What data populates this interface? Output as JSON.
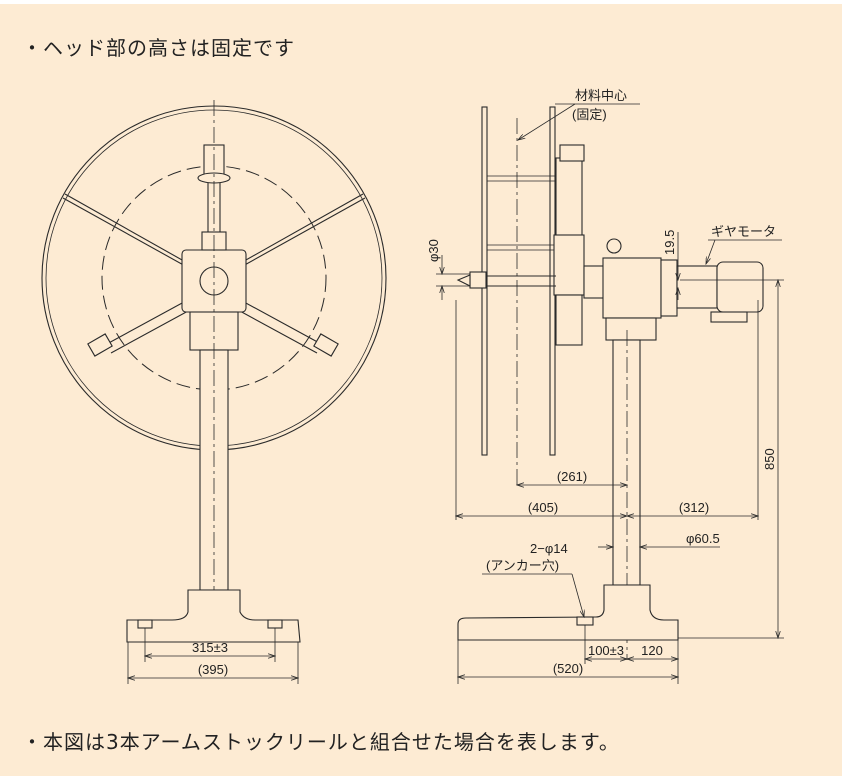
{
  "notes": {
    "top": "・ヘッド部の高さは固定です",
    "bottom": "・本図は3本アームストックリールと組合せた場合を表します。"
  },
  "front_view": {
    "dim_anchor_pitch": "315±3",
    "dim_base_width": "(395)"
  },
  "side_view": {
    "material_center": "材料中心",
    "material_center_note": "(固定)",
    "gear_motor": "ギヤモータ",
    "dim_shaft_dia": "φ30",
    "dim_offset": "19.5",
    "dim_height": "850",
    "dim_reel_center": "(261)",
    "dim_left": "(405)",
    "dim_right": "(312)",
    "dim_pole_dia": "φ60.5",
    "anchor_holes": "2−φ14",
    "anchor_holes_note": "(アンカー穴)",
    "dim_anchor_offset": "100±3",
    "dim_base_right": "120",
    "dim_base_length": "(520)"
  },
  "colors": {
    "background": "#fdebd3",
    "line": "#2a2a2a"
  }
}
